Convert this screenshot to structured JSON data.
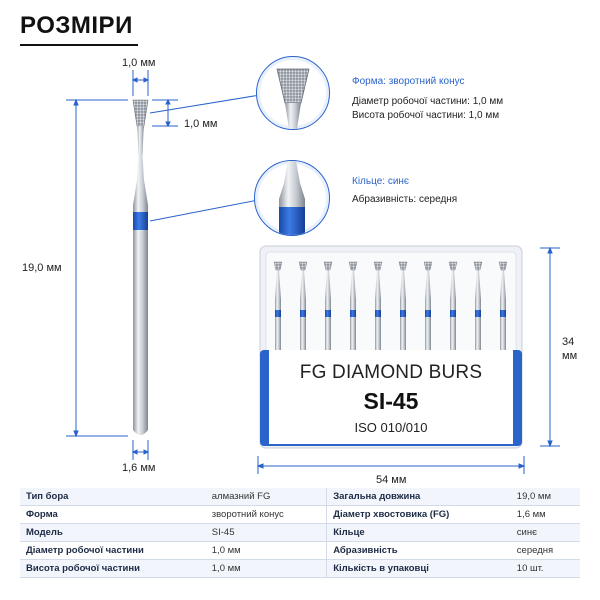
{
  "page": {
    "title": "РОЗМІРИ"
  },
  "dimensions": {
    "head_width": "1,0 мм",
    "head_height": "1,0 мм",
    "total_length": "19,0 мм",
    "shank_diameter": "1,6 мм",
    "box_width": "54 мм",
    "box_height_value": "34",
    "box_height_unit": "мм"
  },
  "callouts": {
    "shape": {
      "label": "Форма: зворотний конус",
      "lines": [
        "Діаметр робочої частини: 1,0 мм",
        "Висота робочої частини: 1,0 мм"
      ]
    },
    "ring": {
      "label": "Кільце: синє",
      "lines": [
        "Абразивність: середня"
      ]
    }
  },
  "box": {
    "line1": "FG DIAMOND BURS",
    "line2": "SI-45",
    "line3": "ISO 010/010",
    "bur_count": 10
  },
  "specs": [
    {
      "k1": "Тип бора",
      "v1": "алмазний FG",
      "k2": "Загальна довжина",
      "v2": "19,0 мм"
    },
    {
      "k1": "Форма",
      "v1": "зворотний конус",
      "k2": "Діаметр хвостовика (FG)",
      "v2": "1,6 мм"
    },
    {
      "k1": "Модель",
      "v1": "SI-45",
      "k2": "Кільце",
      "v2": "синє"
    },
    {
      "k1": "Діаметр робочої частини",
      "v1": "1,0 мм",
      "k2": "Абразивність",
      "v2": "середня"
    },
    {
      "k1": "Висота робочої частини",
      "v1": "1,0 мм",
      "k2": "Кількість в упаковці",
      "v2": "10 шт."
    }
  ],
  "colors": {
    "accent": "#2a63c9",
    "ring_blue": "#1f5fd1",
    "steel": "#c8ccd2"
  }
}
